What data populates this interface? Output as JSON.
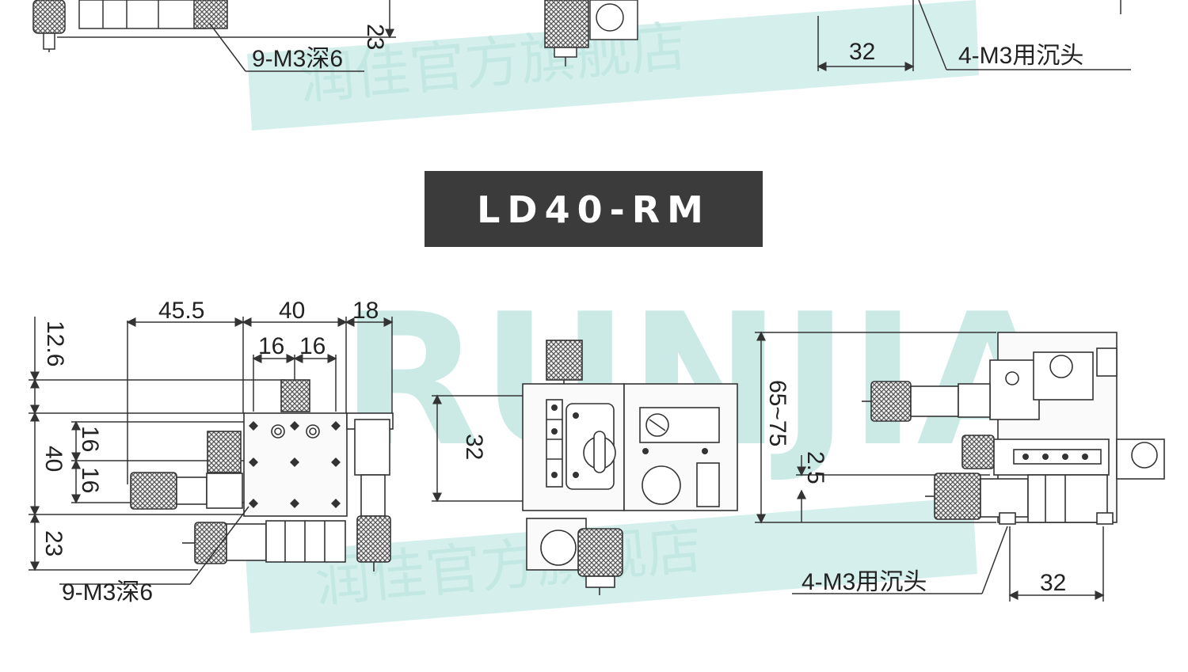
{
  "title": "LD40-RM",
  "watermark": {
    "brand": "RUNJIA",
    "shop": "润佳官方旗舰店"
  },
  "top_section": {
    "dim_23": "23",
    "label_9m3": "9-M3深6",
    "dim_32": "32",
    "label_4m3": "4-M3用沉头"
  },
  "top_view": {
    "dim_45_5": "45.5",
    "dim_40": "40",
    "dim_18": "18",
    "dim_16a": "16",
    "dim_16b": "16",
    "dim_12_6": "12.6",
    "dim_40_v": "40",
    "dim_16c": "16",
    "dim_16d": "16",
    "dim_23": "23",
    "label_9m3": "9-M3深6"
  },
  "front_view": {
    "dim_32": "32"
  },
  "side_view": {
    "dim_65_75": "65~75",
    "dim_2_5": "2.5",
    "label_4m3": "4-M3用沉头",
    "dim_32": "32"
  },
  "colors": {
    "title_bg": "#3b3b3b",
    "title_text": "#ffffff",
    "line": "#333333",
    "watermark": "#c7ebe6"
  }
}
